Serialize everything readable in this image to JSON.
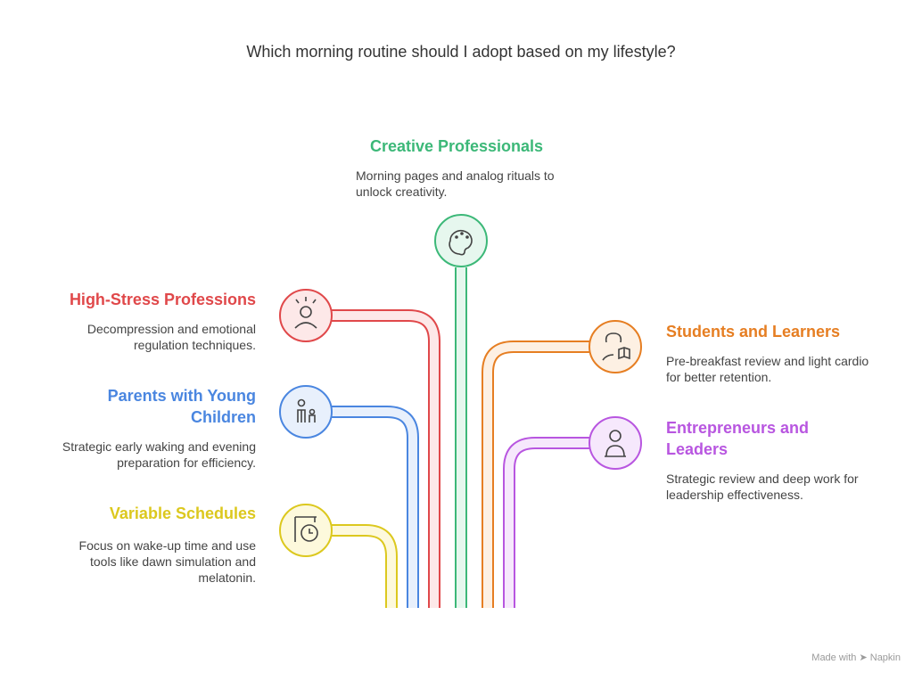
{
  "title": "Which morning routine should I adopt based on my lifestyle?",
  "colors": {
    "creative": "#3cb878",
    "stress": "#e0484a",
    "parents": "#4a86e0",
    "variable": "#dcc81e",
    "students": "#e67e22",
    "entrepreneurs": "#b856e0"
  },
  "items": [
    {
      "key": "creative",
      "heading": "Creative Professionals",
      "desc": "Morning pages and analog rituals to unlock creativity.",
      "icon": "palette-icon"
    },
    {
      "key": "stress",
      "heading": "High-Stress Professions",
      "desc": "Decompression and emotional regulation techniques.",
      "icon": "stressed-person-icon"
    },
    {
      "key": "parents",
      "heading": "Parents with Young Children",
      "desc": "Strategic early waking and evening preparation for efficiency.",
      "icon": "parent-child-icon"
    },
    {
      "key": "variable",
      "heading": "Variable Schedules",
      "desc": "Focus on wake-up time and use tools like dawn simulation and melatonin.",
      "icon": "clock-icon"
    },
    {
      "key": "students",
      "heading": "Students and Learners",
      "desc": "Pre-breakfast review and light cardio for better retention.",
      "icon": "student-book-icon"
    },
    {
      "key": "entrepreneurs",
      "heading": "Entrepreneurs and Leaders",
      "desc": "Strategic review and deep work for leadership effectiveness.",
      "icon": "leader-icon"
    }
  ],
  "watermark": "Made with ➤ Napkin"
}
